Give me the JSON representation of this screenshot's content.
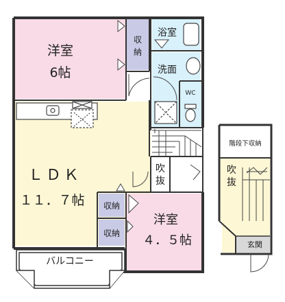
{
  "rooms": {
    "western_room_6": {
      "name": "洋室",
      "size": "6帖"
    },
    "closet_top": {
      "line1": "収",
      "line2": "納"
    },
    "bath": {
      "name": "浴室"
    },
    "washroom": {
      "name": "洗面"
    },
    "wc": {
      "name": "WC"
    },
    "ldk": {
      "name": "ＬＤＫ",
      "size": "１１．７帖"
    },
    "fukinuke_center": {
      "line1": "吹",
      "line2": "抜"
    },
    "storage_a": {
      "name": "収納"
    },
    "storage_b": {
      "name": "収納"
    },
    "western_room_4_5": {
      "name": "洋室",
      "size": "４．５帖"
    },
    "balcony": {
      "name": "バルコニー"
    },
    "under_stair_storage": {
      "name": "階段下収納"
    },
    "fukinuke_side": {
      "line1": "吹",
      "line2": "抜"
    },
    "entrance": {
      "name": "玄関"
    }
  },
  "colors": {
    "western_room": "#f8dbe6",
    "ldk": "#fdf7d5",
    "wet_area": "#d8f1fb",
    "closet": "#c9cbe6",
    "wall": "#333333",
    "entrance": "#d8d8d8"
  }
}
